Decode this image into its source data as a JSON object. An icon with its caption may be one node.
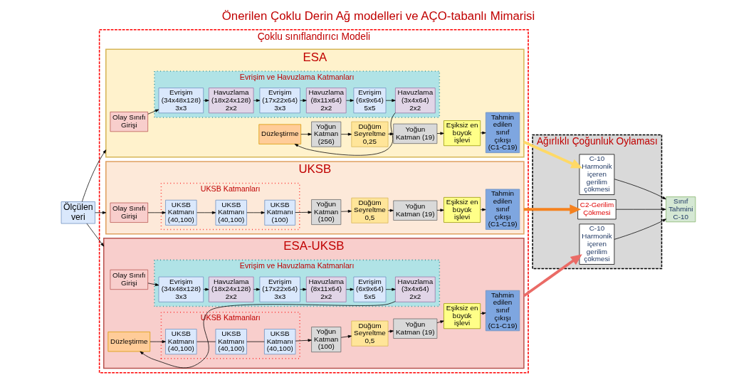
{
  "diagram": {
    "title": "Önerilen Çoklu Derin Ağ modelleri ve AÇO-tabanlı Mimarisi",
    "nodes": [
      {
        "text": [
          "Ölçülen veri"
        ]
      },
      {
        "text": [
          "Çoklu sınıflandırıcı Modeli"
        ]
      },
      {
        "text": [
          "ESA"
        ],
        "in": 1
      },
      {
        "text": [
          "Olay Sınıfı Girişi"
        ],
        "in": 2
      },
      {
        "text": [
          "Evrişim ve Havuzlama Katmanları"
        ],
        "in": 2
      },
      {
        "text": [
          "Evrişim (34x48x128)",
          "3x3"
        ],
        "in": 4
      },
      {
        "text": [
          "Havuzlama (18x24x128)",
          "2x2"
        ],
        "in": 4
      },
      {
        "text": [
          "Evrişim (17x22x64)",
          "3x3"
        ],
        "in": 4
      },
      {
        "text": [
          "Havuzlama (8x11x64)",
          "2x2"
        ],
        "in": 4
      },
      {
        "text": [
          "Evrişim (6x9x64)",
          "5x5"
        ],
        "in": 4
      },
      {
        "text": [
          "Havuzlama (3x4x64)",
          "2x2"
        ],
        "in": 4
      },
      {
        "text": [
          "Düzleştirme"
        ],
        "in": 2
      },
      {
        "text": [
          "Yoğun Katman (256)"
        ],
        "in": 2
      },
      {
        "text": [
          "Düğüm Seyreltme 0,25"
        ],
        "in": 2
      },
      {
        "text": [
          "Yoğun Katman (19)"
        ],
        "in": 2
      },
      {
        "text": [
          "Eşiksiz en büyük işlevi"
        ],
        "in": 2
      },
      {
        "text": [
          "Tahmin edilen sınıf çıkışı (C1-C19)"
        ],
        "in": 2
      },
      {
        "text": [
          "UKSB"
        ],
        "in": 1
      },
      {
        "text": [
          "Olay Sınıfı Girişi"
        ],
        "in": 17
      },
      {
        "text": [
          "UKSB Katmanları"
        ],
        "in": 17
      },
      {
        "text": [
          "UKSB Katmanı (40,100)"
        ],
        "in": 19
      },
      {
        "text": [
          "UKSB Katmanı (40,100)"
        ],
        "in": 19
      },
      {
        "text": [
          "UKSB Katmanı (100)"
        ],
        "in": 19
      },
      {
        "text": [
          "Yoğun Katman (100)"
        ],
        "in": 17
      },
      {
        "text": [
          "Düğüm Seyreltme 0,5"
        ],
        "in": 17
      },
      {
        "text": [
          "Yoğun Katman (19)"
        ],
        "in": 17
      },
      {
        "text": [
          "Eşiksiz en büyük işlevi"
        ],
        "in": 17
      },
      {
        "text": [
          "Tahmin edilen sınıf çıkışı (C1-C19)"
        ],
        "in": 17
      },
      {
        "text": [
          "ESA-UKSB"
        ],
        "in": 1
      },
      {
        "text": [
          "Olay Sınıfı Girişi"
        ],
        "in": 28
      },
      {
        "text": [
          "Evrişim ve Havuzlama Katmanları"
        ],
        "in": 28
      },
      {
        "text": [
          "Evrişim (34x48x128)",
          "3x3"
        ],
        "in": 30
      },
      {
        "text": [
          "Havuzlama (18x24x128)",
          "2x2"
        ],
        "in": 30
      },
      {
        "text": [
          "Evrişim (17x22x64)",
          "3x3"
        ],
        "in": 30
      },
      {
        "text": [
          "Havuzlama (8x11x64)",
          "2x2"
        ],
        "in": 30
      },
      {
        "text": [
          "Evrişim (6x9x64)",
          "5x5"
        ],
        "in": 30
      },
      {
        "text": [
          "Havuzlama (3x4x64)",
          "2x2"
        ],
        "in": 30
      },
      {
        "text": [
          "Düzleştirme"
        ],
        "in": 28
      },
      {
        "text": [
          "UKSB Katmanları"
        ],
        "in": 28
      },
      {
        "text": [
          "UKSB Katmanı (40,100)"
        ],
        "in": 38
      },
      {
        "text": [
          "UKSB Katmanı (40,100)"
        ],
        "in": 38
      },
      {
        "text": [
          "UKSB Katmanı (40,100)"
        ],
        "in": 38
      },
      {
        "text": [
          "Yoğun Katman (100)"
        ],
        "in": 28
      },
      {
        "text": [
          "Düğüm Seyreltme 0,5"
        ],
        "in": 28
      },
      {
        "text": [
          "Yoğun Katman (19)"
        ],
        "in": 28
      },
      {
        "text": [
          "Eşiksiz en büyük işlevi"
        ],
        "in": 28
      },
      {
        "text": [
          "Tahmin edilen sınıf çıkışı (C1-C19)"
        ],
        "in": 28
      },
      {
        "text": [
          "Ağırlıklı Çoğunluk Oylaması"
        ]
      },
      {
        "text": [
          "C-10 Harmonik içeren gerilim çökmesi"
        ],
        "in": 47
      },
      {
        "text": [
          "C2-Gerilim Çökmesi"
        ],
        "in": 47
      },
      {
        "text": [
          "C-10 Harmonik içeren gerilim çökmesi"
        ],
        "in": 47
      },
      {
        "text": [
          "Sınıf Tahmini",
          "C-10"
        ]
      }
    ],
    "edges": [
      {
        "from": 0,
        "to": 2,
        "arrow": "to"
      },
      {
        "from": 0,
        "to": 17,
        "arrow": "to"
      },
      {
        "from": 0,
        "to": 28,
        "arrow": "to"
      },
      {
        "from": 3,
        "to": 5,
        "arrow": "to"
      },
      {
        "from": 5,
        "to": 6,
        "arrow": "to"
      },
      {
        "from": 6,
        "to": 7,
        "arrow": "to"
      },
      {
        "from": 7,
        "to": 8,
        "arrow": "to"
      },
      {
        "from": 8,
        "to": 9,
        "arrow": "to"
      },
      {
        "from": 9,
        "to": 10,
        "arrow": "to"
      },
      {
        "from": 10,
        "to": 11,
        "arrow": "to"
      },
      {
        "from": 11,
        "to": 12,
        "arrow": "to"
      },
      {
        "from": 12,
        "to": 13,
        "arrow": "to"
      },
      {
        "from": 13,
        "to": 14,
        "arrow": "to"
      },
      {
        "from": 14,
        "to": 15,
        "arrow": "to"
      },
      {
        "from": 15,
        "to": 16,
        "arrow": "to"
      },
      {
        "from": 18,
        "to": 20,
        "arrow": "to"
      },
      {
        "from": 20,
        "to": 21,
        "arrow": "to"
      },
      {
        "from": 21,
        "to": 22,
        "arrow": "to"
      },
      {
        "from": 22,
        "to": 23,
        "arrow": "to"
      },
      {
        "from": 23,
        "to": 24,
        "arrow": "to"
      },
      {
        "from": 24,
        "to": 25,
        "arrow": "to"
      },
      {
        "from": 25,
        "to": 26,
        "arrow": "to"
      },
      {
        "from": 26,
        "to": 27,
        "arrow": "to"
      },
      {
        "from": 29,
        "to": 31,
        "arrow": "to"
      },
      {
        "from": 31,
        "to": 32,
        "arrow": "to"
      },
      {
        "from": 32,
        "to": 33,
        "arrow": "to"
      },
      {
        "from": 33,
        "to": 34,
        "arrow": "to"
      },
      {
        "from": 34,
        "to": 35,
        "arrow": "to"
      },
      {
        "from": 35,
        "to": 36,
        "arrow": "to"
      },
      {
        "from": 36,
        "to": 37,
        "arrow": "to"
      },
      {
        "from": 37,
        "to": 39,
        "arrow": "to"
      },
      {
        "from": 39,
        "to": 40,
        "arrow": "none"
      },
      {
        "from": 40,
        "to": 41,
        "arrow": "none"
      },
      {
        "from": 41,
        "to": 42,
        "arrow": "to"
      },
      {
        "from": 42,
        "to": 43,
        "arrow": "to"
      },
      {
        "from": 43,
        "to": 44,
        "arrow": "to"
      },
      {
        "from": 44,
        "to": 45,
        "arrow": "to"
      },
      {
        "from": 45,
        "to": 46,
        "arrow": "to"
      },
      {
        "from": 2,
        "to": 48,
        "arrow": "to",
        "style": "thick",
        "color": "#ffd966"
      },
      {
        "from": 17,
        "to": 49,
        "arrow": "to",
        "style": "thick",
        "color": "#f5821f"
      },
      {
        "from": 28,
        "to": 50,
        "arrow": "to",
        "style": "thick",
        "color": "#ea6b66"
      },
      {
        "from": 48,
        "to": 51,
        "arrow": "to"
      },
      {
        "from": 49,
        "to": 51,
        "arrow": "to"
      },
      {
        "from": 50,
        "to": 51,
        "arrow": "to"
      }
    ]
  }
}
